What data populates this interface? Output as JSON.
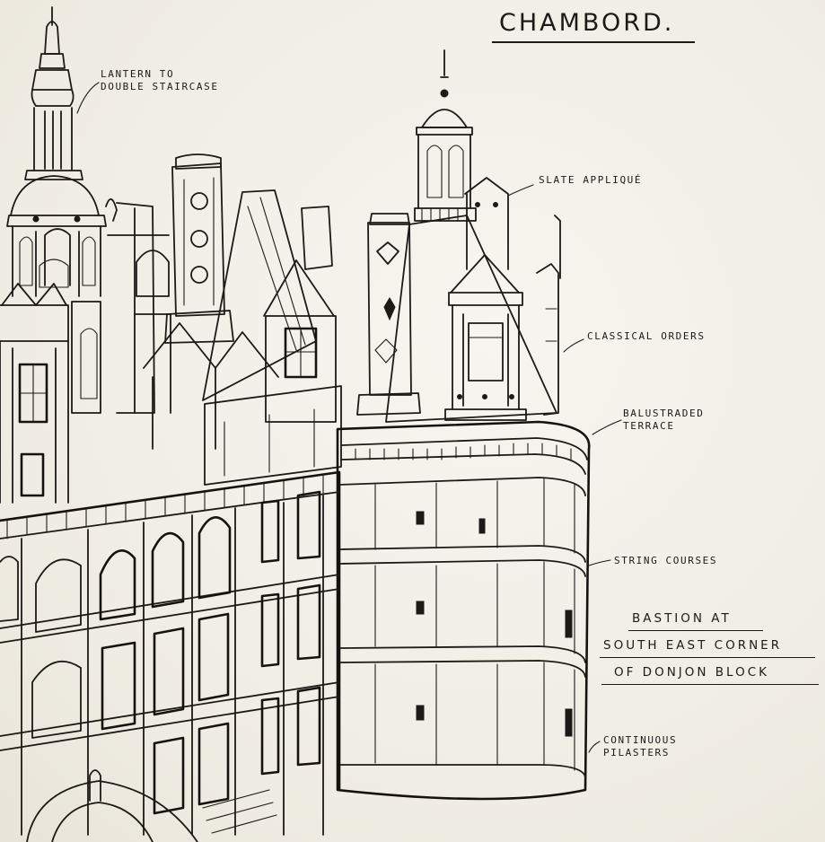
{
  "title": "CHAMBORD.",
  "annotations": {
    "lantern": [
      "LANTERN TO",
      "DOUBLE STAIRCASE"
    ],
    "slate": "SLATE APPLIQUÉ",
    "classical": "CLASSICAL ORDERS",
    "balustraded": [
      "BALUSTRADED",
      "TERRACE"
    ],
    "string": "STRING COURSES",
    "pilasters": [
      "CONTINUOUS",
      "PILASTERS"
    ]
  },
  "caption": [
    "BASTION AT",
    "SOUTH EAST CORNER",
    "OF DONJON BLOCK"
  ]
}
